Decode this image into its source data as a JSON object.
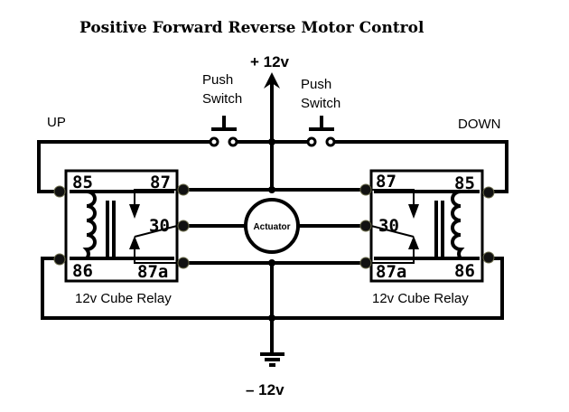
{
  "title": "Positive Forward Reverse Motor Control",
  "supply": {
    "positive": "+ 12v",
    "negative": "– 12v"
  },
  "switches": [
    {
      "label_line1": "Push",
      "label_line2": "Switch",
      "side": "left"
    },
    {
      "label_line1": "Push",
      "label_line2": "Switch",
      "side": "right"
    }
  ],
  "direction_labels": {
    "left": "UP",
    "right": "DOWN"
  },
  "relays": [
    {
      "side": "left",
      "caption": "12v Cube Relay",
      "pins": {
        "coil_top": "85",
        "coil_bottom": "86",
        "no": "87",
        "common": "30",
        "nc": "87a"
      }
    },
    {
      "side": "right",
      "caption": "12v Cube Relay",
      "pins": {
        "coil_top": "85",
        "coil_bottom": "86",
        "no": "87",
        "common": "30",
        "nc": "87a"
      }
    }
  ],
  "actuator": {
    "label": "Actuator"
  },
  "icons": {
    "positive_supply": "arrow-up-icon",
    "ground": "ground-icon",
    "push_switch": "push-switch-icon",
    "relay_coil": "coil-icon",
    "terminal": "terminal-dot-icon"
  }
}
